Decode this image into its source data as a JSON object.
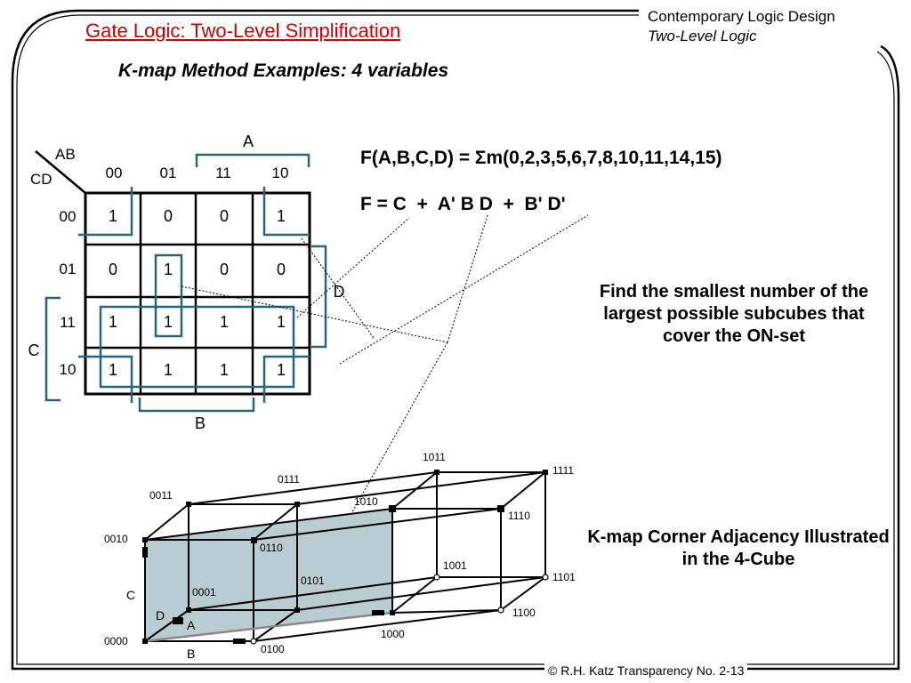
{
  "slide": {
    "title": "Gate Logic: Two-Level Simplification",
    "header_line1": "Contemporary Logic Design",
    "header_line2": "Two-Level Logic",
    "subtitle": "K-map Method Examples: 4 variables",
    "footer": "© R.H. Katz   Transparency No. 2-13"
  },
  "equations": {
    "function": "F(A,B,C,D) = Σm(0,2,3,5,6,7,8,10,11,14,15)",
    "simplified": "F = C  +  A' B D  +  B' D'"
  },
  "notes": {
    "kmap_note": "Find the smallest number of the largest possible subcubes that cover the ON-set",
    "cube_note": "K-map Corner Adjacency Illustrated in the 4-Cube"
  },
  "kmap": {
    "corner_top": "AB",
    "corner_left": "CD",
    "col_headers": [
      "00",
      "01",
      "11",
      "10"
    ],
    "row_headers": [
      "00",
      "01",
      "11",
      "10"
    ],
    "cells": [
      [
        "1",
        "0",
        "0",
        "1"
      ],
      [
        "0",
        "1",
        "0",
        "0"
      ],
      [
        "1",
        "1",
        "1",
        "1"
      ],
      [
        "1",
        "1",
        "1",
        "1"
      ]
    ],
    "var_labels": {
      "A": "A",
      "B": "B",
      "C": "C",
      "D": "D"
    }
  },
  "cube": {
    "vertices": [
      "0000",
      "0001",
      "0010",
      "0011",
      "0100",
      "0101",
      "0110",
      "0111",
      "1000",
      "1001",
      "1010",
      "1011",
      "1100",
      "1101",
      "1110",
      "1111"
    ],
    "axis_labels": {
      "A": "A",
      "B": "B",
      "C": "C",
      "D": "D"
    }
  },
  "colors": {
    "title": "#cc0000",
    "loops": "#2a6478",
    "face": "#b8ccd2"
  }
}
